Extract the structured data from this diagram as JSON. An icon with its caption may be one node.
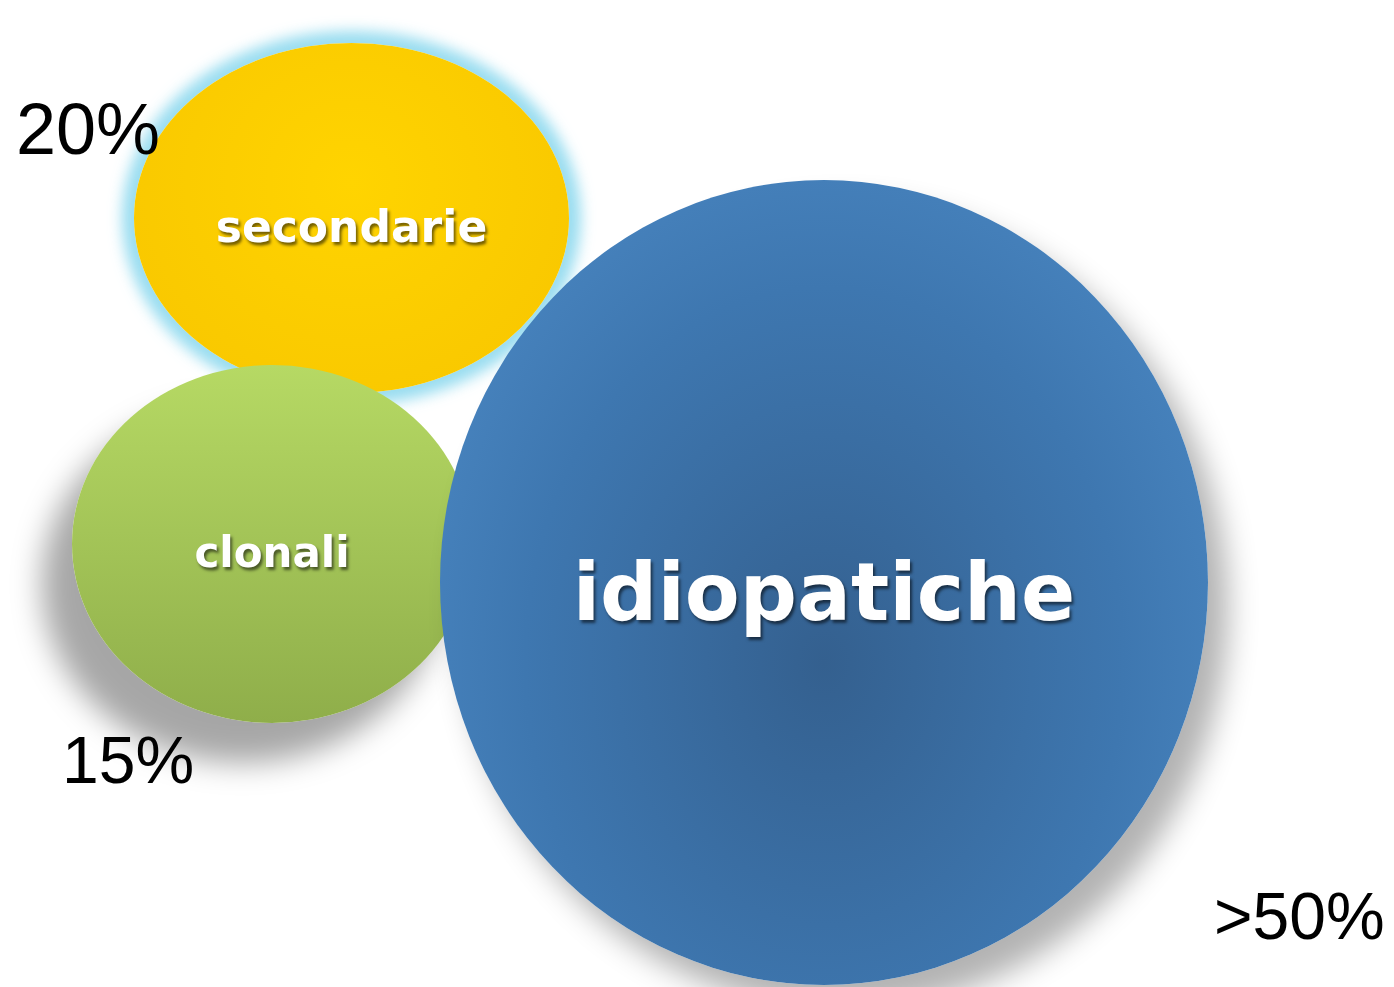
{
  "diagram": {
    "nodes": [
      {
        "text": [
          "secondarie"
        ],
        "beside": [
          "20%"
        ]
      },
      {
        "text": [
          "clonali"
        ],
        "beside": [
          "15%"
        ]
      },
      {
        "text": [
          "idiopatiche"
        ],
        "beside": [
          ">50%"
        ]
      }
    ],
    "edges": []
  }
}
